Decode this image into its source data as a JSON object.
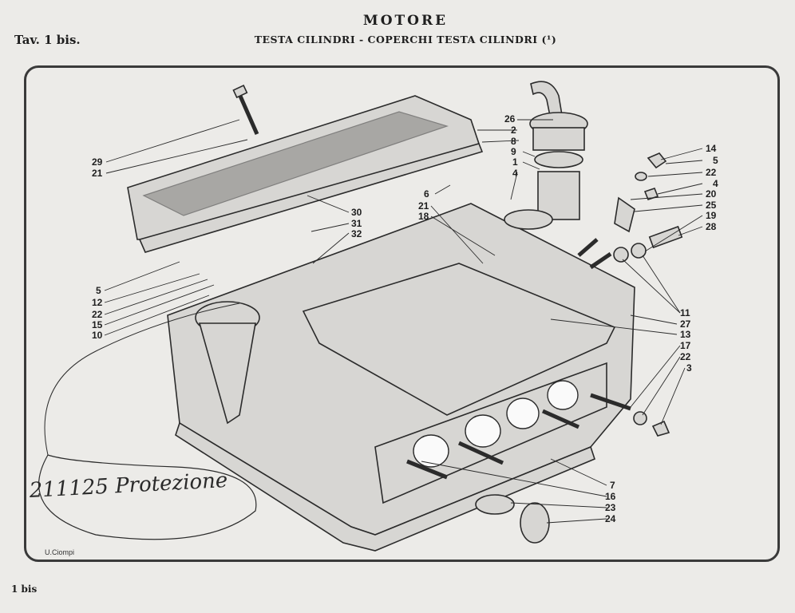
{
  "header": {
    "title": "MOTORE",
    "subtitle": "TESTA CILINDRI - COPERCHI TESTA CILINDRI (¹)",
    "plate": "Tav. 1 bis."
  },
  "footer": {
    "page": "1 bis"
  },
  "annotation": {
    "handwritten": "211125 Protezione",
    "signature": "U.Ciompi"
  },
  "callouts": [
    "29",
    "21",
    "30",
    "31",
    "32",
    "5",
    "12",
    "22",
    "15",
    "10",
    "26",
    "2",
    "8",
    "9",
    "1",
    "4",
    "6",
    "21",
    "18",
    "14",
    "5",
    "22",
    "4",
    "20",
    "25",
    "19",
    "28",
    "11",
    "27",
    "13",
    "17",
    "22",
    "3",
    "7",
    "16",
    "23",
    "24"
  ],
  "colors": {
    "ink": "#1e1e1e",
    "paper": "#ecebe8",
    "frame": "#3a3a3a"
  }
}
